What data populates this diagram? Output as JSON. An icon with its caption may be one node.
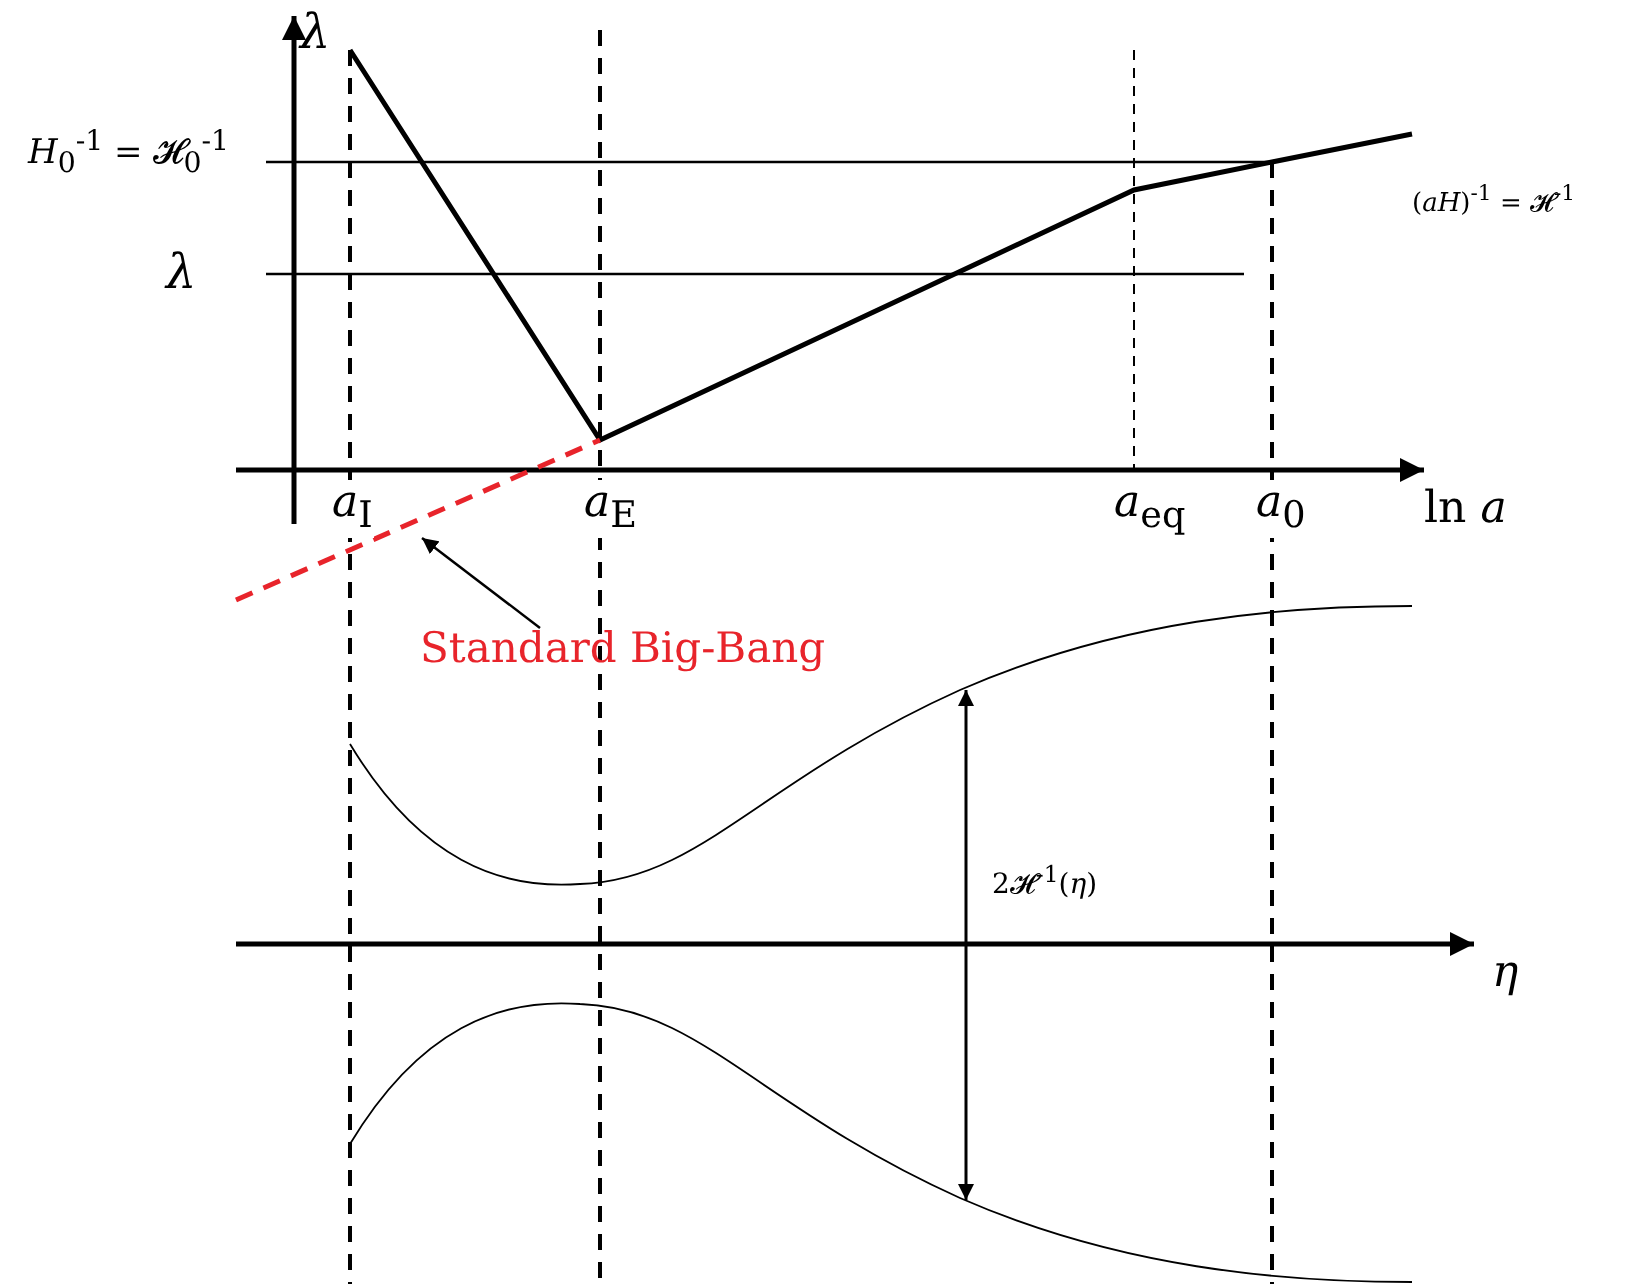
{
  "diagram": {
    "nodes": [
      {
        "text": [
          "Standard Big-Bang"
        ]
      },
      {
        "text": [],
        "shape": "line"
      }
    ],
    "edges": [
      {
        "from": 0,
        "to": 1,
        "arrow": "to"
      }
    ],
    "labels": [
      "λ",
      "*H*$_{0}$$^{-1}$ = 𝓗$_{0}$$^{-1}$",
      "λ",
      "(*aH*)$^{-1}$ = 𝓗$^{-1}$",
      "*a*$_{I}$",
      "*a*$_{E}$",
      "*a*$_{eq}$",
      "*a*$_{0}$",
      "ln *a*",
      "2𝓗$^{-1}$(*η*)",
      "η"
    ]
  }
}
